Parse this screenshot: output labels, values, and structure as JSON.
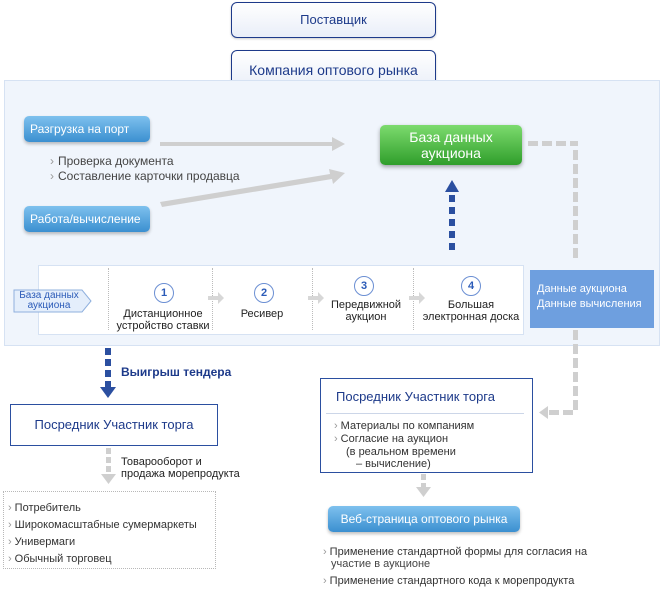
{
  "supplier": "Поставщик",
  "company": "Компания оптового рынка",
  "unloading": "Разгрузка на порт",
  "unloading_bullets": [
    "Проверка документа",
    "Составление карточки продавца"
  ],
  "work_calc": "Работа/вычисление",
  "auction_db": [
    "База данных",
    "аукциона"
  ],
  "auction_data": [
    "Данные аукциона",
    "Данные вычисления"
  ],
  "steps_tag": [
    "База данных",
    "аукциона"
  ],
  "steps": [
    {
      "num": "1",
      "line1": "Дистанционное",
      "line2": "устройство ставки"
    },
    {
      "num": "2",
      "line1": "Ресивер",
      "line2": ""
    },
    {
      "num": "3",
      "line1": "Передвижной",
      "line2": "аукцион"
    },
    {
      "num": "4",
      "line1": "Большая",
      "line2": "электронная доска"
    }
  ],
  "win_tender": "Выигрыш тендера",
  "left_box_title": "Посредник  Участник торга",
  "turnover": [
    "Товарооборот и",
    "продажа морепродукта"
  ],
  "consumers": [
    "Потребитель",
    "Широкомасштабные сумермаркеты",
    "Универмаги",
    "Обычный торговец"
  ],
  "right_box_title": "Посредник  Участник торга",
  "right_box_items": [
    "Материалы по компаниям",
    "Согласие на аукцион"
  ],
  "right_box_sub": [
    "(в реальном времени",
    "– вычисление)"
  ],
  "web_page": "Веб-страница оптового рынка",
  "web_notes": [
    "Применение стандартной формы для согласия на",
    "участие в аукционе",
    "Применение стандартного кода к морепродукта"
  ]
}
